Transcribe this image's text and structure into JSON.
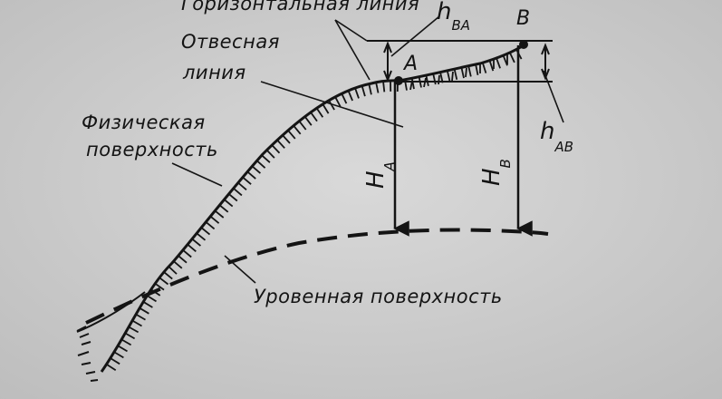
{
  "diagram": {
    "labels": {
      "horizontal_line": "Горизонтальная линия",
      "plumb_line_1": "Отвесная",
      "plumb_line_2": "линия",
      "physical_surface_1": "Физическая",
      "physical_surface_2": "поверхность",
      "level_surface": "Уровенная поверхность"
    },
    "points": {
      "a": "A",
      "b": "B"
    },
    "heights": {
      "h_ba_main": "h",
      "h_ba_sub": "BA",
      "h_ab_main": "h",
      "h_ab_sub": "AB",
      "H_a_main": "H",
      "H_a_sub": "A",
      "H_b_main": "H",
      "H_b_sub": "B"
    },
    "colors": {
      "ink": "#141414",
      "paper": "#cfcfcf"
    }
  }
}
